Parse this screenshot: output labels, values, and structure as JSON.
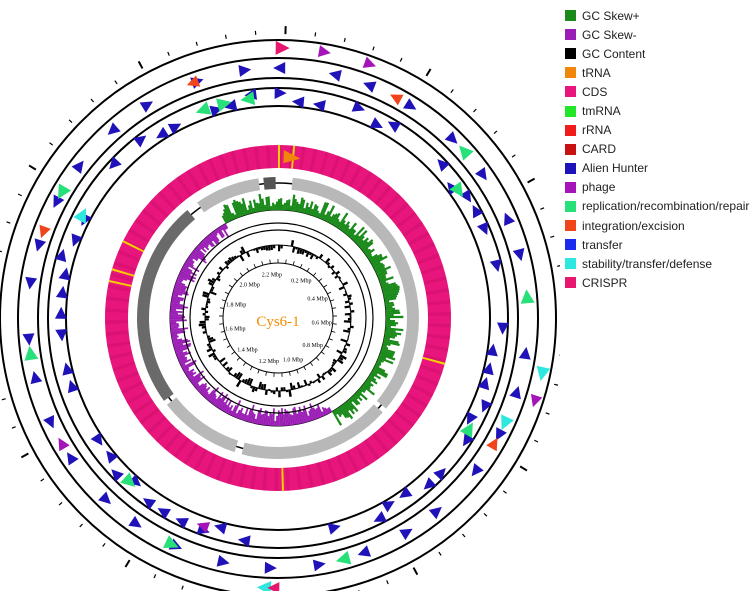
{
  "genome": {
    "name": "Cys6-1",
    "name_color": "#f08c00",
    "tick_labels": [
      "0.2 Mbp",
      "0.4 Mbp",
      "0.6 Mbp",
      "0.8 Mbp",
      "1.0 Mbp",
      "1.2 Mbp",
      "1.4 Mbp",
      "1.6 Mbp",
      "1.8 Mbp",
      "2.0 Mbp",
      "2.2 Mbp"
    ],
    "total_mbp": 2.25
  },
  "legend": [
    {
      "label": "GC Skew+",
      "color": "#1a8a1a",
      "icon": "gc-skew-plus-swatch"
    },
    {
      "label": "GC Skew-",
      "color": "#9b1fb5",
      "icon": "gc-skew-minus-swatch"
    },
    {
      "label": "GC Content",
      "color": "#000000",
      "icon": "gc-content-swatch"
    },
    {
      "label": "tRNA",
      "color": "#f0860a",
      "icon": "trna-swatch"
    },
    {
      "label": "CDS",
      "color": "#e8157c",
      "icon": "cds-swatch"
    },
    {
      "label": "tmRNA",
      "color": "#21e62a",
      "icon": "tmrna-swatch"
    },
    {
      "label": "rRNA",
      "color": "#f01b1b",
      "icon": "rrna-swatch"
    },
    {
      "label": "CARD",
      "color": "#c81212",
      "icon": "card-swatch"
    },
    {
      "label": "Alien Hunter",
      "color": "#1f12b8",
      "icon": "alien-hunter-swatch"
    },
    {
      "label": "phage",
      "color": "#a514b8",
      "icon": "phage-swatch"
    },
    {
      "label": "replication/recombination/repair",
      "color": "#27e07a",
      "icon": "replication-swatch"
    },
    {
      "label": "integration/excision",
      "color": "#f0441c",
      "icon": "integration-swatch"
    },
    {
      "label": "transfer",
      "color": "#1c2af0",
      "icon": "transfer-swatch"
    },
    {
      "label": "stability/transfer/defense",
      "color": "#2ee8e0",
      "icon": "stability-swatch"
    },
    {
      "label": "CRISPR",
      "color": "#e8176e",
      "icon": "crispr-swatch"
    }
  ]
}
